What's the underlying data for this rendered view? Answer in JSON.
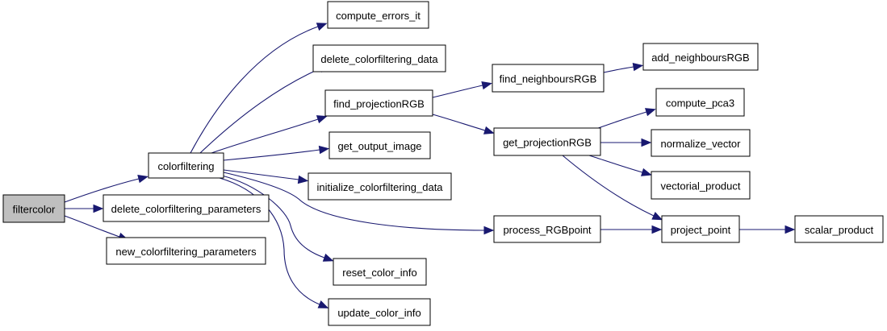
{
  "diagram": {
    "colors": {
      "edge": "#191970",
      "root_fill": "#bfbfbf",
      "node_fill": "#ffffff",
      "node_border": "#000000"
    },
    "nodes": [
      {
        "id": "filtercolor",
        "label": "filtercolor"
      },
      {
        "id": "colorfiltering",
        "label": "colorfiltering"
      },
      {
        "id": "delete_colorfiltering_parameters",
        "label": "delete_colorfiltering_parameters"
      },
      {
        "id": "new_colorfiltering_parameters",
        "label": "new_colorfiltering_parameters"
      },
      {
        "id": "compute_errors_it",
        "label": "compute_errors_it"
      },
      {
        "id": "delete_colorfiltering_data",
        "label": "delete_colorfiltering_data"
      },
      {
        "id": "find_projectionRGB",
        "label": "find_projectionRGB"
      },
      {
        "id": "get_output_image",
        "label": "get_output_image"
      },
      {
        "id": "initialize_colorfiltering_data",
        "label": "initialize_colorfiltering_data"
      },
      {
        "id": "reset_color_info",
        "label": "reset_color_info"
      },
      {
        "id": "update_color_info",
        "label": "update_color_info"
      },
      {
        "id": "find_neighboursRGB",
        "label": "find_neighboursRGB"
      },
      {
        "id": "get_projectionRGB",
        "label": "get_projectionRGB"
      },
      {
        "id": "process_RGBpoint",
        "label": "process_RGBpoint"
      },
      {
        "id": "add_neighboursRGB",
        "label": "add_neighboursRGB"
      },
      {
        "id": "compute_pca3",
        "label": "compute_pca3"
      },
      {
        "id": "normalize_vector",
        "label": "normalize_vector"
      },
      {
        "id": "vectorial_product",
        "label": "vectorial_product"
      },
      {
        "id": "project_point",
        "label": "project_point"
      },
      {
        "id": "scalar_product",
        "label": "scalar_product"
      }
    ],
    "edges": [
      {
        "from": "filtercolor",
        "to": "colorfiltering"
      },
      {
        "from": "filtercolor",
        "to": "delete_colorfiltering_parameters"
      },
      {
        "from": "filtercolor",
        "to": "new_colorfiltering_parameters"
      },
      {
        "from": "colorfiltering",
        "to": "compute_errors_it"
      },
      {
        "from": "colorfiltering",
        "to": "delete_colorfiltering_data"
      },
      {
        "from": "colorfiltering",
        "to": "find_projectionRGB"
      },
      {
        "from": "colorfiltering",
        "to": "get_output_image"
      },
      {
        "from": "colorfiltering",
        "to": "initialize_colorfiltering_data"
      },
      {
        "from": "colorfiltering",
        "to": "process_RGBpoint"
      },
      {
        "from": "colorfiltering",
        "to": "reset_color_info"
      },
      {
        "from": "colorfiltering",
        "to": "update_color_info"
      },
      {
        "from": "find_projectionRGB",
        "to": "find_neighboursRGB"
      },
      {
        "from": "find_projectionRGB",
        "to": "get_projectionRGB"
      },
      {
        "from": "find_neighboursRGB",
        "to": "add_neighboursRGB"
      },
      {
        "from": "get_projectionRGB",
        "to": "compute_pca3"
      },
      {
        "from": "get_projectionRGB",
        "to": "normalize_vector"
      },
      {
        "from": "get_projectionRGB",
        "to": "vectorial_product"
      },
      {
        "from": "get_projectionRGB",
        "to": "project_point"
      },
      {
        "from": "process_RGBpoint",
        "to": "project_point"
      },
      {
        "from": "project_point",
        "to": "scalar_product"
      }
    ]
  }
}
